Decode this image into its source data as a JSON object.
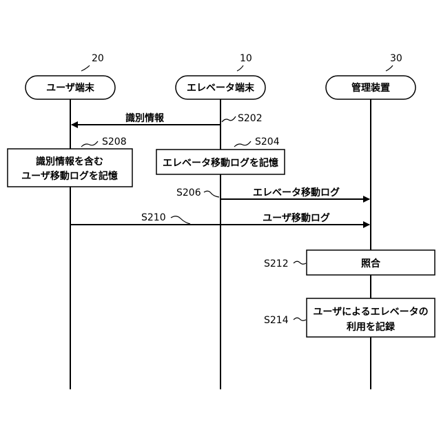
{
  "entities": {
    "user_terminal": {
      "ref": "20",
      "label": "ユーザ端末"
    },
    "elevator_terminal": {
      "ref": "10",
      "label": "エレベータ端末"
    },
    "management_device": {
      "ref": "30",
      "label": "管理装置"
    }
  },
  "messages": {
    "s202": {
      "step": "S202",
      "label": "識別情報"
    },
    "s206": {
      "step": "S206",
      "label": "エレベータ移動ログ"
    },
    "s210": {
      "step": "S210",
      "label": "ユーザ移動ログ"
    }
  },
  "processes": {
    "s204": {
      "step": "S204",
      "line1": "エレベータ移動ログを記憶"
    },
    "s208": {
      "step": "S208",
      "line1": "識別情報を含む",
      "line2": "ユーザ移動ログを記憶"
    },
    "s212": {
      "step": "S212",
      "line1": "照合"
    },
    "s214": {
      "step": "S214",
      "line1": "ユーザによるエレベータの",
      "line2": "利用を記録"
    }
  }
}
